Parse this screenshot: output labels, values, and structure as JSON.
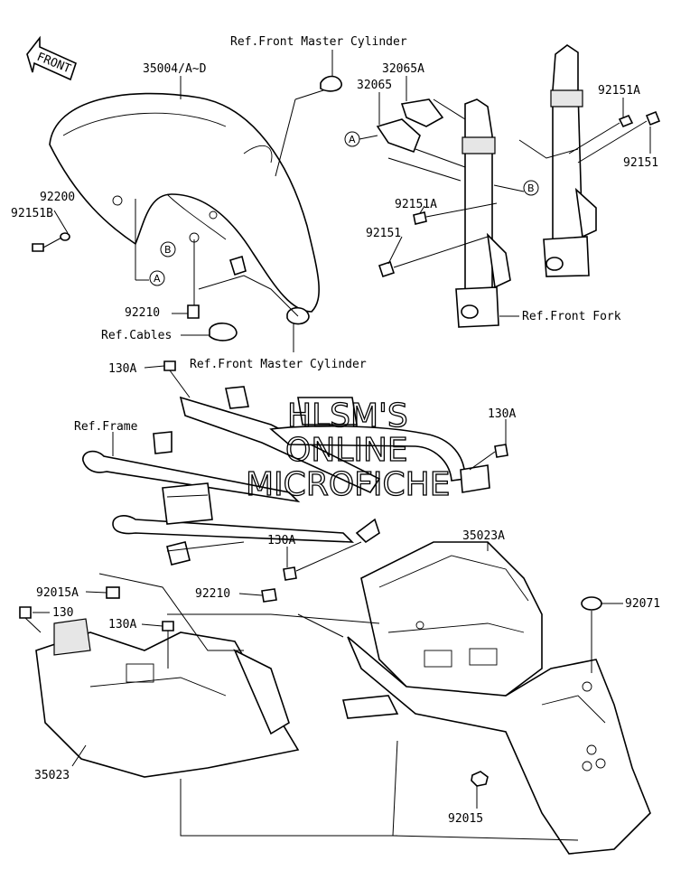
{
  "front_indicator": "FRONT",
  "watermark": {
    "line1": "HLSM'S",
    "line2": "ONLINE",
    "line3": "MICROFICHE"
  },
  "labels": {
    "ref_front_master_cyl_top": "Ref.Front Master Cylinder",
    "p35004": "35004/A~D",
    "p32065A": "32065A",
    "p32065": "32065",
    "p92151A_top": "92151A",
    "p92151_top": "92151",
    "p92200": "92200",
    "p92151B": "92151B",
    "p92151A_mid": "92151A",
    "p92151_mid": "92151",
    "p92210_top": "92210",
    "ref_cables": "Ref.Cables",
    "ref_front_master_cyl_bottom": "Ref.Front Master Cylinder",
    "ref_front_fork": "Ref.Front Fork",
    "p130A_top": "130A",
    "ref_frame": "Ref.Frame",
    "p130A_right": "130A",
    "p130A_mid": "130A",
    "p35023A": "35023A",
    "p92015A": "92015A",
    "p92210_mid": "92210",
    "p92071": "92071",
    "p130": "130",
    "p130A_low": "130A",
    "p35023": "35023",
    "p92015": "92015"
  },
  "callouts": {
    "a1": "A",
    "a2": "A",
    "b1": "B",
    "b2": "B"
  }
}
